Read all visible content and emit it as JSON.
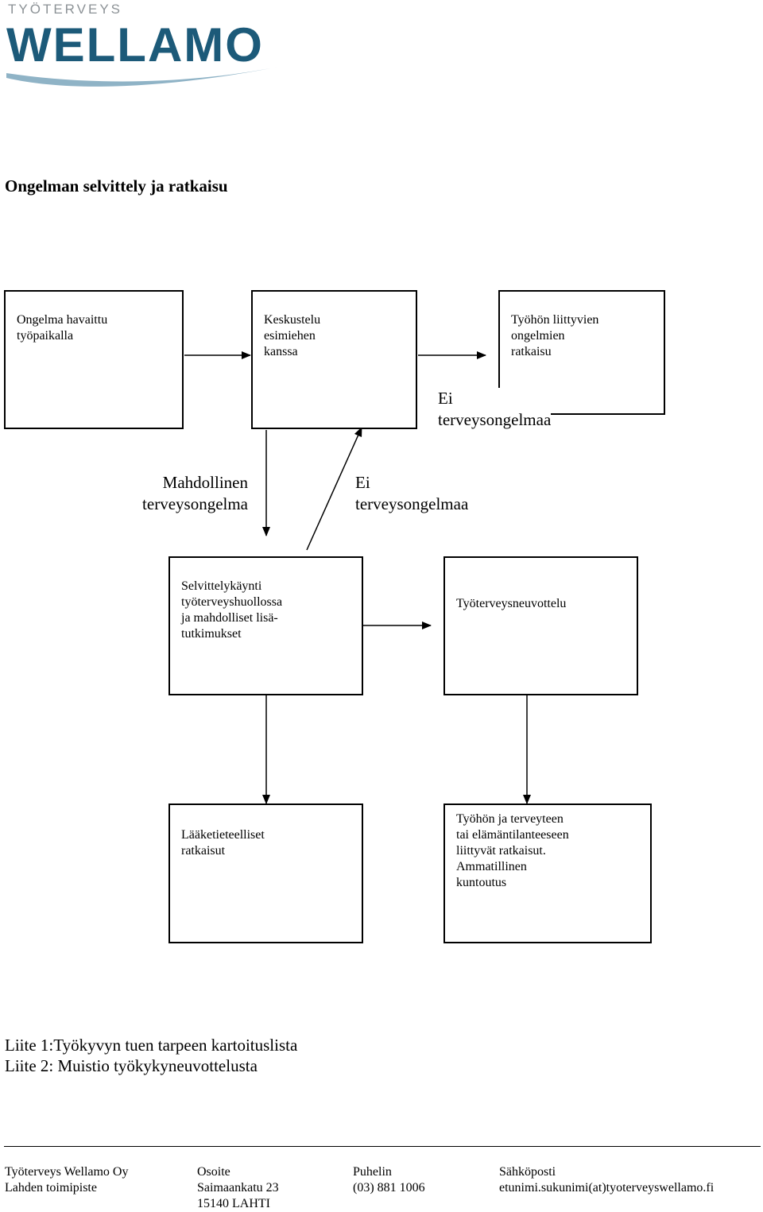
{
  "logo": {
    "top_text": "TYÖTERVEYS",
    "word_text": "WELLAMO",
    "color": "#1c5a79",
    "wave_color": "#8fb3c6"
  },
  "title": "Ongelman selvittely ja ratkaisu",
  "boxes": {
    "b1": "Ongelma havaittu\ntyöpaikalla",
    "b2": "Keskustelu\nesimiehen\nkanssa",
    "b3": "Työhön liittyvien\nongelmien\nratkaisu",
    "b4": "Selvittelykäynti\ntyöterveyshuollossa\nja mahdolliset lisä-\ntutkimukset",
    "b5": "Työterveysneuvottelu",
    "b6": "Lääketieteelliset\nratkaisut",
    "b7": "Työhön ja terveyteen\ntai elämäntilanteeseen\nliittyvät ratkaisut.\nAmmatillinen\nkuntoutus"
  },
  "labels": {
    "ei_top": "Ei\nterveysongelmaa",
    "mahdollinen": "Mahdollinen\nterveysongelma",
    "ei_mid": "Ei\nterveysongelmaa"
  },
  "attachments": {
    "a1": "Liite 1:Työkyvyn tuen tarpeen kartoituslista",
    "a2": "Liite 2: Muistio työkykyneuvottelusta"
  },
  "footer": {
    "c1": {
      "l1": "Työterveys Wellamo Oy",
      "l2": "Lahden toimipiste"
    },
    "c2": {
      "l1": "Osoite",
      "l2": "Saimaankatu 23",
      "l3": "15140 LAHTI"
    },
    "c3": {
      "l1": "Puhelin",
      "l2": "(03) 881 1006"
    },
    "c4": {
      "l1": "Sähköposti",
      "l2": "etunimi.sukunimi(at)tyoterveyswellamo.fi"
    }
  }
}
